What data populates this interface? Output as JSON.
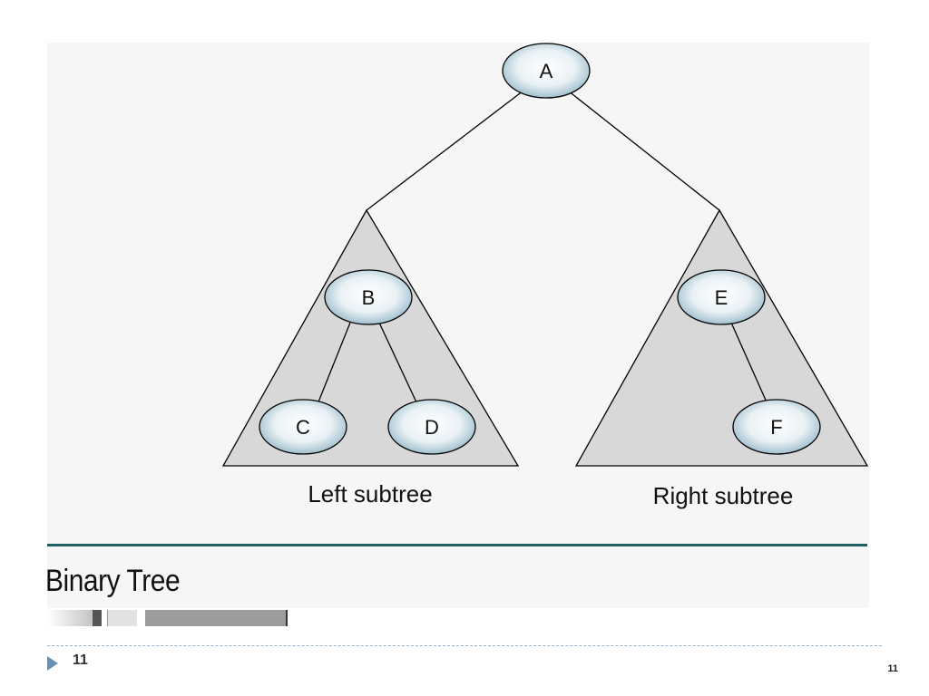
{
  "diagram": {
    "nodes": {
      "A": "A",
      "B": "B",
      "C": "C",
      "D": "D",
      "E": "E",
      "F": "F"
    },
    "left_subtree_caption": "Left subtree",
    "right_subtree_caption": "Right subtree"
  },
  "slide": {
    "title": "Binary Tree",
    "footer_slide_number": "11",
    "corner_page_number": "11"
  },
  "colors": {
    "divider": "#1f5f5f",
    "triangle_fill": "#d8d8d8",
    "node_fill_center": "#ffffff",
    "node_fill_edge": "#8fb4c4",
    "footer_arrow": "#6b8fb3"
  }
}
